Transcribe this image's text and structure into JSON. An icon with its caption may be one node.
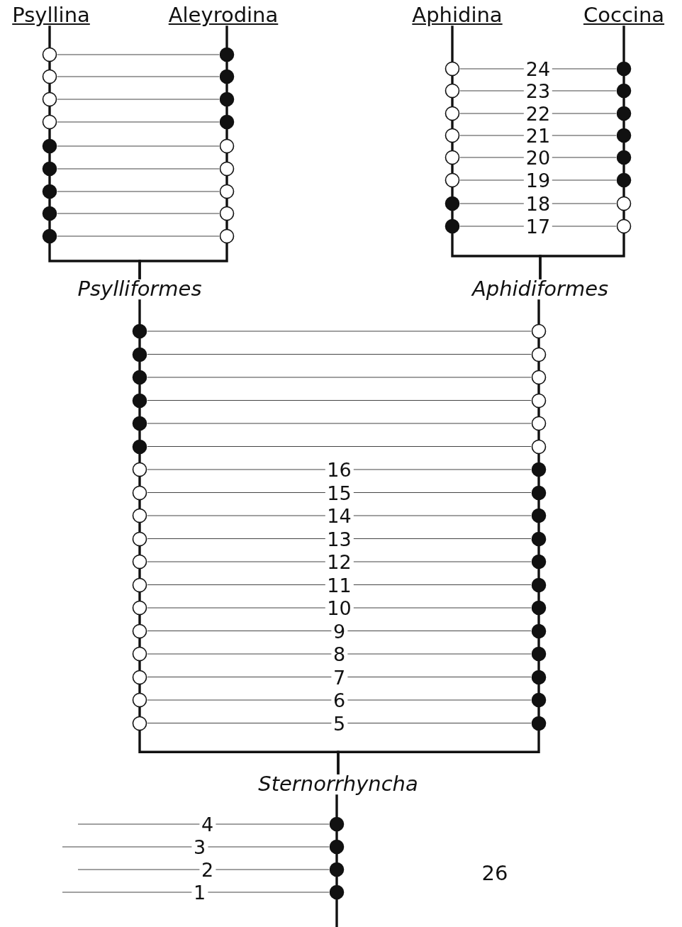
{
  "diagram": {
    "nodes": [
      {
        "text": [
          "Psyllina"
        ]
      },
      {
        "text": [
          "Aleyrodina"
        ]
      },
      {
        "text": [
          "Aphidina"
        ]
      },
      {
        "text": [
          "Coccina"
        ]
      },
      {
        "text": [],
        "shape": "circle"
      },
      {
        "text": [],
        "shape": "dot"
      },
      {
        "text": [],
        "shape": "circle"
      },
      {
        "text": [],
        "shape": "dot"
      },
      {
        "text": [],
        "shape": "circle"
      },
      {
        "text": [],
        "shape": "dot"
      },
      {
        "text": [],
        "shape": "circle"
      },
      {
        "text": [],
        "shape": "dot"
      },
      {
        "text": [],
        "shape": "dot"
      },
      {
        "text": [],
        "shape": "circle"
      },
      {
        "text": [],
        "shape": "dot"
      },
      {
        "text": [],
        "shape": "circle"
      },
      {
        "text": [],
        "shape": "dot"
      },
      {
        "text": [],
        "shape": "circle"
      },
      {
        "text": [],
        "shape": "dot"
      },
      {
        "text": [],
        "shape": "circle"
      },
      {
        "text": [],
        "shape": "dot"
      },
      {
        "text": [],
        "shape": "circle"
      },
      {
        "text": [],
        "shape": "circle"
      },
      {
        "text": [],
        "shape": "dot"
      },
      {
        "text": [],
        "shape": "circle"
      },
      {
        "text": [],
        "shape": "dot"
      },
      {
        "text": [],
        "shape": "circle"
      },
      {
        "text": [],
        "shape": "dot"
      },
      {
        "text": [],
        "shape": "circle"
      },
      {
        "text": [],
        "shape": "dot"
      },
      {
        "text": [],
        "shape": "circle"
      },
      {
        "text": [],
        "shape": "dot"
      },
      {
        "text": [],
        "shape": "circle"
      },
      {
        "text": [],
        "shape": "dot"
      },
      {
        "text": [],
        "shape": "dot"
      },
      {
        "text": [],
        "shape": "circle"
      },
      {
        "text": [],
        "shape": "dot"
      },
      {
        "text": [],
        "shape": "circle"
      },
      {
        "text": [
          "Psylliformes"
        ]
      },
      {
        "text": [
          "Aphidiformes"
        ]
      },
      {
        "text": [],
        "shape": "dot"
      },
      {
        "text": [],
        "shape": "circle"
      },
      {
        "text": [],
        "shape": "dot"
      },
      {
        "text": [],
        "shape": "circle"
      },
      {
        "text": [],
        "shape": "dot"
      },
      {
        "text": [],
        "shape": "circle"
      },
      {
        "text": [],
        "shape": "dot"
      },
      {
        "text": [],
        "shape": "circle"
      },
      {
        "text": [],
        "shape": "dot"
      },
      {
        "text": [],
        "shape": "circle"
      },
      {
        "text": [],
        "shape": "dot"
      },
      {
        "text": [],
        "shape": "circle"
      },
      {
        "text": [],
        "shape": "circle"
      },
      {
        "text": [],
        "shape": "dot"
      },
      {
        "text": [],
        "shape": "circle"
      },
      {
        "text": [],
        "shape": "dot"
      },
      {
        "text": [],
        "shape": "circle"
      },
      {
        "text": [],
        "shape": "dot"
      },
      {
        "text": [],
        "shape": "circle"
      },
      {
        "text": [],
        "shape": "dot"
      },
      {
        "text": [],
        "shape": "circle"
      },
      {
        "text": [],
        "shape": "dot"
      },
      {
        "text": [],
        "shape": "circle"
      },
      {
        "text": [],
        "shape": "dot"
      },
      {
        "text": [],
        "shape": "circle"
      },
      {
        "text": [],
        "shape": "dot"
      },
      {
        "text": [],
        "shape": "circle"
      },
      {
        "text": [],
        "shape": "dot"
      },
      {
        "text": [],
        "shape": "circle"
      },
      {
        "text": [],
        "shape": "dot"
      },
      {
        "text": [],
        "shape": "circle"
      },
      {
        "text": [],
        "shape": "dot"
      },
      {
        "text": [],
        "shape": "circle"
      },
      {
        "text": [],
        "shape": "dot"
      },
      {
        "text": [],
        "shape": "circle"
      },
      {
        "text": [],
        "shape": "dot"
      },
      {
        "text": [
          "Sternorrhyncha"
        ]
      },
      {
        "text": [],
        "shape": "dot"
      },
      {
        "text": [],
        "shape": "dot"
      },
      {
        "text": [],
        "shape": "dot"
      },
      {
        "text": [],
        "shape": "dot"
      }
    ],
    "edges": [
      {
        "from": 4,
        "to": 5,
        "arrow": "none",
        "color": "#444444"
      },
      {
        "from": 6,
        "to": 7,
        "arrow": "none",
        "color": "#444444"
      },
      {
        "from": 8,
        "to": 9,
        "arrow": "none",
        "color": "#444444"
      },
      {
        "from": 10,
        "to": 11,
        "arrow": "none",
        "color": "#444444"
      },
      {
        "from": 12,
        "to": 13,
        "arrow": "none",
        "color": "#444444"
      },
      {
        "from": 14,
        "to": 15,
        "arrow": "none",
        "color": "#444444"
      },
      {
        "from": 16,
        "to": 17,
        "arrow": "none",
        "color": "#444444"
      },
      {
        "from": 18,
        "to": 19,
        "arrow": "none",
        "color": "#444444"
      },
      {
        "from": 20,
        "to": 21,
        "arrow": "none",
        "color": "#444444"
      },
      {
        "from": 22,
        "to": 23,
        "arrow": "none",
        "label": "24",
        "color": "#444444"
      },
      {
        "from": 24,
        "to": 25,
        "arrow": "none",
        "label": "23",
        "color": "#444444"
      },
      {
        "from": 26,
        "to": 27,
        "arrow": "none",
        "label": "22",
        "color": "#444444"
      },
      {
        "from": 28,
        "to": 29,
        "arrow": "none",
        "label": "21",
        "color": "#444444"
      },
      {
        "from": 30,
        "to": 31,
        "arrow": "none",
        "label": "20",
        "color": "#444444"
      },
      {
        "from": 32,
        "to": 33,
        "arrow": "none",
        "label": "19",
        "color": "#444444"
      },
      {
        "from": 34,
        "to": 35,
        "arrow": "none",
        "label": "18",
        "color": "#444444"
      },
      {
        "from": 36,
        "to": 37,
        "arrow": "none",
        "label": "17",
        "color": "#444444"
      },
      {
        "from": 40,
        "to": 41,
        "arrow": "none",
        "color": "#444444"
      },
      {
        "from": 42,
        "to": 43,
        "arrow": "none",
        "color": "#444444"
      },
      {
        "from": 44,
        "to": 45,
        "arrow": "none",
        "color": "#444444"
      },
      {
        "from": 46,
        "to": 47,
        "arrow": "none",
        "color": "#444444"
      },
      {
        "from": 48,
        "to": 49,
        "arrow": "none",
        "color": "#444444"
      },
      {
        "from": 50,
        "to": 51,
        "arrow": "none",
        "color": "#444444"
      },
      {
        "from": 52,
        "to": 53,
        "arrow": "none",
        "label": "16",
        "color": "#444444"
      },
      {
        "from": 54,
        "to": 55,
        "arrow": "none",
        "label": "15",
        "color": "#444444"
      },
      {
        "from": 56,
        "to": 57,
        "arrow": "none",
        "label": "14",
        "color": "#444444"
      },
      {
        "from": 58,
        "to": 59,
        "arrow": "none",
        "label": "13",
        "color": "#444444"
      },
      {
        "from": 60,
        "to": 61,
        "arrow": "none",
        "label": "12",
        "color": "#444444"
      },
      {
        "from": 62,
        "to": 63,
        "arrow": "none",
        "label": "11",
        "color": "#444444"
      },
      {
        "from": 64,
        "to": 65,
        "arrow": "none",
        "label": "10",
        "color": "#444444"
      },
      {
        "from": 66,
        "to": 67,
        "arrow": "none",
        "label": "9",
        "color": "#444444"
      },
      {
        "from": 68,
        "to": 69,
        "arrow": "none",
        "label": "8",
        "color": "#444444"
      },
      {
        "from": 70,
        "to": 71,
        "arrow": "none",
        "label": "7",
        "color": "#444444"
      },
      {
        "from": 72,
        "to": 73,
        "arrow": "none",
        "label": "6",
        "color": "#444444"
      },
      {
        "from": 74,
        "to": 75,
        "arrow": "none",
        "label": "5",
        "color": "#444444"
      },
      {
        "from": null,
        "to": 77,
        "arrow": "none",
        "label": "4",
        "color": "#444444"
      },
      {
        "from": null,
        "to": 78,
        "arrow": "none",
        "label": "3",
        "color": "#444444"
      },
      {
        "from": null,
        "to": 79,
        "arrow": "none",
        "label": "2",
        "color": "#444444"
      },
      {
        "from": null,
        "to": 80,
        "arrow": "none",
        "label": "1",
        "color": "#444444"
      },
      {
        "from": 0,
        "to": 4,
        "arrow": "none"
      },
      {
        "from": 4,
        "to": 6,
        "arrow": "none"
      },
      {
        "from": 6,
        "to": 8,
        "arrow": "none"
      },
      {
        "from": 8,
        "to": 10,
        "arrow": "none"
      },
      {
        "from": 10,
        "to": 12,
        "arrow": "none"
      },
      {
        "from": 12,
        "to": 14,
        "arrow": "none"
      },
      {
        "from": 14,
        "to": 16,
        "arrow": "none"
      },
      {
        "from": 16,
        "to": 18,
        "arrow": "none"
      },
      {
        "from": 18,
        "to": 20,
        "arrow": "none"
      },
      {
        "from": 1,
        "to": 5,
        "arrow": "none"
      },
      {
        "from": 5,
        "to": 7,
        "arrow": "none"
      },
      {
        "from": 7,
        "to": 9,
        "arrow": "none"
      },
      {
        "from": 9,
        "to": 11,
        "arrow": "none"
      },
      {
        "from": 11,
        "to": 13,
        "arrow": "none"
      },
      {
        "from": 13,
        "to": 15,
        "arrow": "none"
      },
      {
        "from": 15,
        "to": 17,
        "arrow": "none"
      },
      {
        "from": 17,
        "to": 19,
        "arrow": "none"
      },
      {
        "from": 19,
        "to": 21,
        "arrow": "none"
      },
      {
        "from": 38,
        "to": 20,
        "arrow": "none"
      },
      {
        "from": 38,
        "to": 21,
        "arrow": "none"
      },
      {
        "from": 2,
        "to": 22,
        "arrow": "none"
      },
      {
        "from": 22,
        "to": 24,
        "arrow": "none"
      },
      {
        "from": 24,
        "to": 26,
        "arrow": "none"
      },
      {
        "from": 26,
        "to": 28,
        "arrow": "none"
      },
      {
        "from": 28,
        "to": 30,
        "arrow": "none"
      },
      {
        "from": 30,
        "to": 32,
        "arrow": "none"
      },
      {
        "from": 32,
        "to": 34,
        "arrow": "none"
      },
      {
        "from": 34,
        "to": 36,
        "arrow": "none"
      },
      {
        "from": 3,
        "to": 23,
        "arrow": "none"
      },
      {
        "from": 23,
        "to": 25,
        "arrow": "none"
      },
      {
        "from": 25,
        "to": 27,
        "arrow": "none"
      },
      {
        "from": 27,
        "to": 29,
        "arrow": "none"
      },
      {
        "from": 29,
        "to": 31,
        "arrow": "none"
      },
      {
        "from": 31,
        "to": 33,
        "arrow": "none"
      },
      {
        "from": 33,
        "to": 35,
        "arrow": "none"
      },
      {
        "from": 35,
        "to": 37,
        "arrow": "none"
      },
      {
        "from": 39,
        "to": 36,
        "arrow": "none"
      },
      {
        "from": 39,
        "to": 37,
        "arrow": "none"
      },
      {
        "from": 38,
        "to": 40,
        "arrow": "none"
      },
      {
        "from": 40,
        "to": 42,
        "arrow": "none"
      },
      {
        "from": 42,
        "to": 44,
        "arrow": "none"
      },
      {
        "from": 44,
        "to": 46,
        "arrow": "none"
      },
      {
        "from": 46,
        "to": 48,
        "arrow": "none"
      },
      {
        "from": 48,
        "to": 50,
        "arrow": "none"
      },
      {
        "from": 50,
        "to": 52,
        "arrow": "none"
      },
      {
        "from": 52,
        "to": 54,
        "arrow": "none"
      },
      {
        "from": 54,
        "to": 56,
        "arrow": "none"
      },
      {
        "from": 56,
        "to": 58,
        "arrow": "none"
      },
      {
        "from": 58,
        "to": 60,
        "arrow": "none"
      },
      {
        "from": 60,
        "to": 62,
        "arrow": "none"
      },
      {
        "from": 62,
        "to": 64,
        "arrow": "none"
      },
      {
        "from": 64,
        "to": 66,
        "arrow": "none"
      },
      {
        "from": 66,
        "to": 68,
        "arrow": "none"
      },
      {
        "from": 68,
        "to": 70,
        "arrow": "none"
      },
      {
        "from": 70,
        "to": 72,
        "arrow": "none"
      },
      {
        "from": 72,
        "to": 74,
        "arrow": "none"
      },
      {
        "from": 39,
        "to": 41,
        "arrow": "none"
      },
      {
        "from": 41,
        "to": 43,
        "arrow": "none"
      },
      {
        "from": 43,
        "to": 45,
        "arrow": "none"
      },
      {
        "from": 45,
        "to": 47,
        "arrow": "none"
      },
      {
        "from": 47,
        "to": 49,
        "arrow": "none"
      },
      {
        "from": 49,
        "to": 51,
        "arrow": "none"
      },
      {
        "from": 51,
        "to": 53,
        "arrow": "none"
      },
      {
        "from": 53,
        "to": 55,
        "arrow": "none"
      },
      {
        "from": 55,
        "to": 57,
        "arrow": "none"
      },
      {
        "from": 57,
        "to": 59,
        "arrow": "none"
      },
      {
        "from": 59,
        "to": 61,
        "arrow": "none"
      },
      {
        "from": 61,
        "to": 63,
        "arrow": "none"
      },
      {
        "from": 63,
        "to": 65,
        "arrow": "none"
      },
      {
        "from": 65,
        "to": 67,
        "arrow": "none"
      },
      {
        "from": 67,
        "to": 69,
        "arrow": "none"
      },
      {
        "from": 69,
        "to": 71,
        "arrow": "none"
      },
      {
        "from": 71,
        "to": 73,
        "arrow": "none"
      },
      {
        "from": 73,
        "to": 75,
        "arrow": "none"
      },
      {
        "from": 76,
        "to": 74,
        "arrow": "none"
      },
      {
        "from": 76,
        "to": 75,
        "arrow": "none"
      },
      {
        "from": 76,
        "to": 77,
        "arrow": "none"
      },
      {
        "from": 77,
        "to": 78,
        "arrow": "none"
      },
      {
        "from": 78,
        "to": 79,
        "arrow": "none"
      },
      {
        "from": 79,
        "to": 80,
        "arrow": "none"
      },
      {
        "from": 80,
        "to": null,
        "arrow": "none"
      }
    ],
    "labels": [
      "26"
    ]
  }
}
